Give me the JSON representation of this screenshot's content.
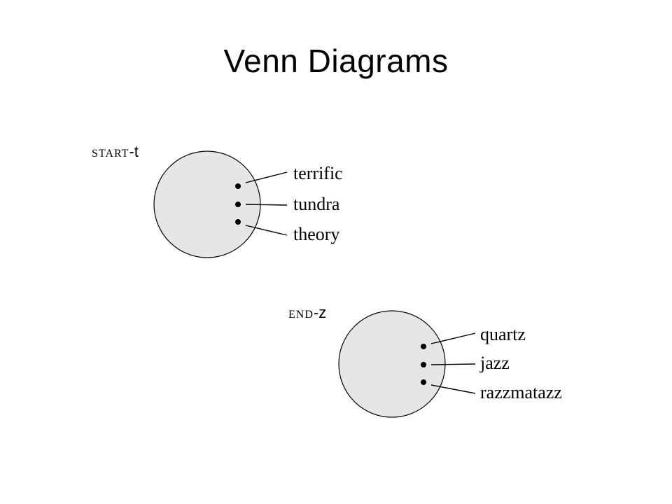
{
  "title": "Venn Diagrams",
  "colors": {
    "circle_fill": "#e6e6e6",
    "stroke": "#000000"
  },
  "sets": [
    {
      "label_main": "START",
      "label_suffix": "-t",
      "elements": [
        "terrific",
        "tundra",
        "theory"
      ]
    },
    {
      "label_main": "END",
      "label_suffix": "-z",
      "elements": [
        "quartz",
        "jazz",
        "razzmatazz"
      ]
    }
  ]
}
